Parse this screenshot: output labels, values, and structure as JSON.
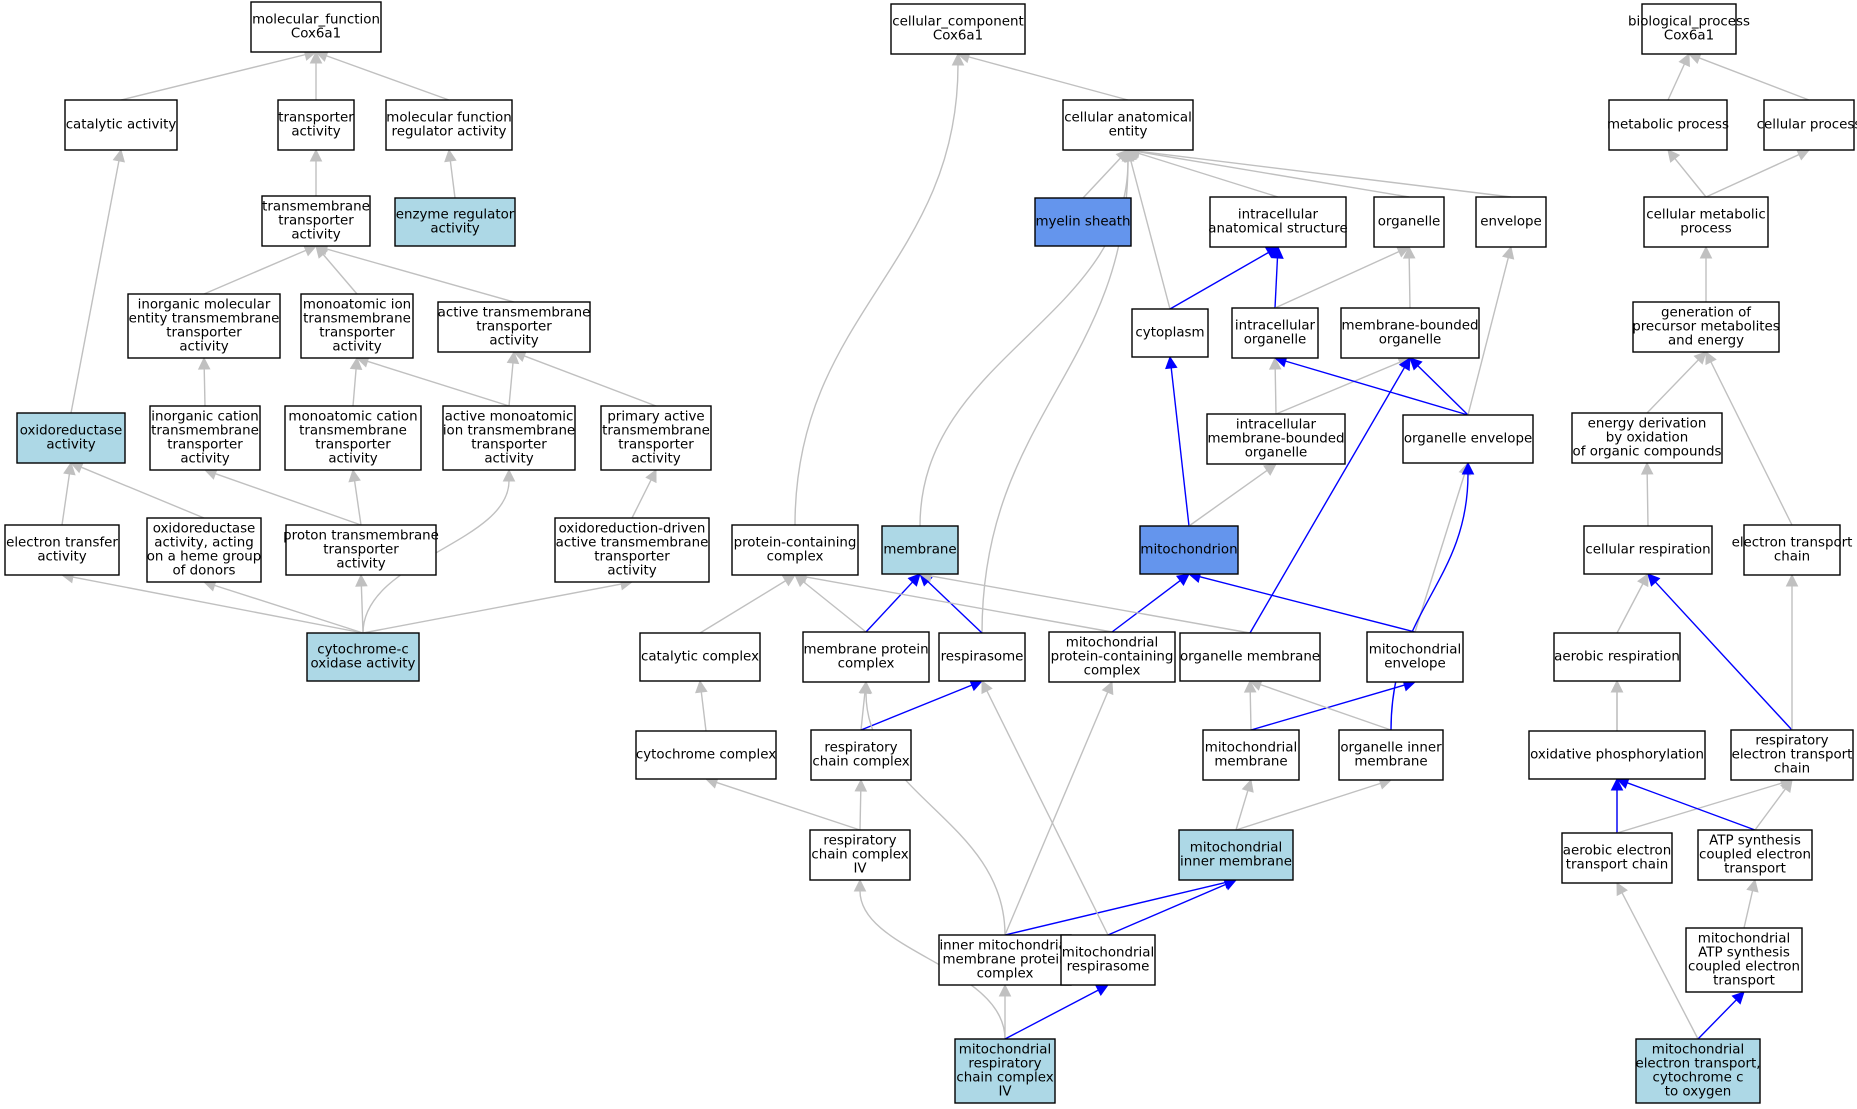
{
  "colors": {
    "node_default": "#ffffff",
    "node_light": "#add8e6",
    "node_highlight": "#6495ed",
    "edge_gray": "#c0c0c0",
    "edge_blue": "#0000ff"
  },
  "nodes": [
    {
      "id": "mf",
      "lines": [
        "molecular_function",
        "Cox6a1"
      ],
      "style": "white"
    },
    {
      "id": "catalytic",
      "lines": [
        "catalytic activity"
      ],
      "style": "white"
    },
    {
      "id": "transporter",
      "lines": [
        "transporter",
        "activity"
      ],
      "style": "white"
    },
    {
      "id": "mfreg",
      "lines": [
        "molecular function",
        "regulator activity"
      ],
      "style": "white"
    },
    {
      "id": "tmtransp",
      "lines": [
        "transmembrane",
        "transporter",
        "activity"
      ],
      "style": "white"
    },
    {
      "id": "enzreg",
      "lines": [
        "enzyme regulator",
        "activity"
      ],
      "style": "light"
    },
    {
      "id": "inorgmol",
      "lines": [
        "inorganic molecular",
        "entity transmembrane",
        "transporter",
        "activity"
      ],
      "style": "white"
    },
    {
      "id": "monoion",
      "lines": [
        "monoatomic ion",
        "transmembrane",
        "transporter",
        "activity"
      ],
      "style": "white"
    },
    {
      "id": "activetm",
      "lines": [
        "active transmembrane",
        "transporter",
        "activity"
      ],
      "style": "white"
    },
    {
      "id": "oxidored",
      "lines": [
        "oxidoreductase",
        "activity"
      ],
      "style": "light"
    },
    {
      "id": "inorgcat",
      "lines": [
        "inorganic cation",
        "transmembrane",
        "transporter",
        "activity"
      ],
      "style": "white"
    },
    {
      "id": "monocat",
      "lines": [
        "monoatomic cation",
        "transmembrane",
        "transporter",
        "activity"
      ],
      "style": "white"
    },
    {
      "id": "activemono",
      "lines": [
        "active monoatomic",
        "ion transmembrane",
        "transporter",
        "activity"
      ],
      "style": "white"
    },
    {
      "id": "primary",
      "lines": [
        "primary active",
        "transmembrane",
        "transporter",
        "activity"
      ],
      "style": "white"
    },
    {
      "id": "etransfer",
      "lines": [
        "electron transfer",
        "activity"
      ],
      "style": "white"
    },
    {
      "id": "oxheme",
      "lines": [
        "oxidoreductase",
        "activity, acting",
        "on a heme group",
        "of donors"
      ],
      "style": "white"
    },
    {
      "id": "proton",
      "lines": [
        "proton transmembrane",
        "transporter",
        "activity"
      ],
      "style": "white"
    },
    {
      "id": "oxdriven",
      "lines": [
        "oxidoreduction-driven",
        "active transmembrane",
        "transporter",
        "activity"
      ],
      "style": "white"
    },
    {
      "id": "cytc",
      "lines": [
        "cytochrome-c",
        "oxidase activity"
      ],
      "style": "light"
    },
    {
      "id": "cc",
      "lines": [
        "cellular_component",
        "Cox6a1"
      ],
      "style": "white"
    },
    {
      "id": "cae",
      "lines": [
        "cellular anatomical",
        "entity"
      ],
      "style": "white"
    },
    {
      "id": "myelin",
      "lines": [
        "myelin sheath"
      ],
      "style": "highlight"
    },
    {
      "id": "ias",
      "lines": [
        "intracellular",
        "anatomical structure"
      ],
      "style": "white"
    },
    {
      "id": "organelle",
      "lines": [
        "organelle"
      ],
      "style": "white"
    },
    {
      "id": "envelope",
      "lines": [
        "envelope"
      ],
      "style": "white"
    },
    {
      "id": "cytoplasm",
      "lines": [
        "cytoplasm"
      ],
      "style": "white"
    },
    {
      "id": "intorg",
      "lines": [
        "intracellular",
        "organelle"
      ],
      "style": "white"
    },
    {
      "id": "mbo",
      "lines": [
        "membrane-bounded",
        "organelle"
      ],
      "style": "white"
    },
    {
      "id": "imbo",
      "lines": [
        "intracellular",
        "membrane-bounded",
        "organelle"
      ],
      "style": "white"
    },
    {
      "id": "orgenv",
      "lines": [
        "organelle envelope"
      ],
      "style": "white"
    },
    {
      "id": "pcc",
      "lines": [
        "protein-containing",
        "complex"
      ],
      "style": "white"
    },
    {
      "id": "membrane",
      "lines": [
        "membrane"
      ],
      "style": "light"
    },
    {
      "id": "mito",
      "lines": [
        "mitochondrion"
      ],
      "style": "highlight"
    },
    {
      "id": "catcomplex",
      "lines": [
        "catalytic complex"
      ],
      "style": "white"
    },
    {
      "id": "mpc",
      "lines": [
        "membrane protein",
        "complex"
      ],
      "style": "white"
    },
    {
      "id": "respirasome",
      "lines": [
        "respirasome"
      ],
      "style": "white"
    },
    {
      "id": "mitopcc",
      "lines": [
        "mitochondrial",
        "protein-containing",
        "complex"
      ],
      "style": "white"
    },
    {
      "id": "orgmem",
      "lines": [
        "organelle membrane"
      ],
      "style": "white"
    },
    {
      "id": "mitoenv",
      "lines": [
        "mitochondrial",
        "envelope"
      ],
      "style": "white"
    },
    {
      "id": "cytcomplex",
      "lines": [
        "cytochrome complex"
      ],
      "style": "white"
    },
    {
      "id": "rcc",
      "lines": [
        "respiratory",
        "chain complex"
      ],
      "style": "white"
    },
    {
      "id": "mitomem",
      "lines": [
        "mitochondrial",
        "membrane"
      ],
      "style": "white"
    },
    {
      "id": "orginner",
      "lines": [
        "organelle inner",
        "membrane"
      ],
      "style": "white"
    },
    {
      "id": "rcc4",
      "lines": [
        "respiratory",
        "chain complex",
        "IV"
      ],
      "style": "white"
    },
    {
      "id": "mitoinner",
      "lines": [
        "mitochondrial",
        "inner membrane"
      ],
      "style": "light"
    },
    {
      "id": "immpc",
      "lines": [
        "inner mitochondrial",
        "membrane protein",
        "complex"
      ],
      "style": "white"
    },
    {
      "id": "mitoresp",
      "lines": [
        "mitochondrial",
        "respirasome"
      ],
      "style": "white"
    },
    {
      "id": "mrcc4",
      "lines": [
        "mitochondrial",
        "respiratory",
        "chain complex",
        "IV"
      ],
      "style": "light"
    },
    {
      "id": "bp",
      "lines": [
        "biological_process",
        "Cox6a1"
      ],
      "style": "white"
    },
    {
      "id": "metab",
      "lines": [
        "metabolic process"
      ],
      "style": "white"
    },
    {
      "id": "cellproc",
      "lines": [
        "cellular process"
      ],
      "style": "white"
    },
    {
      "id": "cellmetab",
      "lines": [
        "cellular metabolic",
        "process"
      ],
      "style": "white"
    },
    {
      "id": "genprec",
      "lines": [
        "generation of",
        "precursor metabolites",
        "and energy"
      ],
      "style": "white"
    },
    {
      "id": "energy",
      "lines": [
        "energy derivation",
        "by oxidation",
        "of organic compounds"
      ],
      "style": "white"
    },
    {
      "id": "cellresp",
      "lines": [
        "cellular respiration"
      ],
      "style": "white"
    },
    {
      "id": "etc",
      "lines": [
        "electron transport",
        "chain"
      ],
      "style": "white"
    },
    {
      "id": "aerobic",
      "lines": [
        "aerobic respiration"
      ],
      "style": "white"
    },
    {
      "id": "oxphos",
      "lines": [
        "oxidative phosphorylation"
      ],
      "style": "white"
    },
    {
      "id": "retc",
      "lines": [
        "respiratory",
        "electron transport",
        "chain"
      ],
      "style": "white"
    },
    {
      "id": "aetc",
      "lines": [
        "aerobic electron",
        "transport chain"
      ],
      "style": "white"
    },
    {
      "id": "atpsyn",
      "lines": [
        "ATP synthesis",
        "coupled electron",
        "transport"
      ],
      "style": "white"
    },
    {
      "id": "mitoatp",
      "lines": [
        "mitochondrial",
        "ATP synthesis",
        "coupled electron",
        "transport"
      ],
      "style": "white"
    },
    {
      "id": "mitoet",
      "lines": [
        "mitochondrial",
        "electron transport,",
        "cytochrome c",
        "to oxygen"
      ],
      "style": "light"
    }
  ],
  "edges": [
    {
      "from": "catalytic",
      "to": "mf",
      "color": "gray"
    },
    {
      "from": "transporter",
      "to": "mf",
      "color": "gray"
    },
    {
      "from": "mfreg",
      "to": "mf",
      "color": "gray"
    },
    {
      "from": "tmtransp",
      "to": "transporter",
      "color": "gray"
    },
    {
      "from": "enzreg",
      "to": "mfreg",
      "color": "gray"
    },
    {
      "from": "inorgmol",
      "to": "tmtransp",
      "color": "gray"
    },
    {
      "from": "monoion",
      "to": "tmtransp",
      "color": "gray"
    },
    {
      "from": "activetm",
      "to": "tmtransp",
      "color": "gray"
    },
    {
      "from": "oxidored",
      "to": "catalytic",
      "color": "gray"
    },
    {
      "from": "inorgcat",
      "to": "inorgmol",
      "color": "gray"
    },
    {
      "from": "monocat",
      "to": "monoion",
      "color": "gray"
    },
    {
      "from": "activemono",
      "to": "monoion",
      "color": "gray"
    },
    {
      "from": "activemono",
      "to": "activetm",
      "color": "gray"
    },
    {
      "from": "primary",
      "to": "activetm",
      "color": "gray"
    },
    {
      "from": "etransfer",
      "to": "oxidored",
      "color": "gray"
    },
    {
      "from": "oxheme",
      "to": "oxidored",
      "color": "gray"
    },
    {
      "from": "proton",
      "to": "inorgcat",
      "color": "gray"
    },
    {
      "from": "proton",
      "to": "monocat",
      "color": "gray"
    },
    {
      "from": "oxdriven",
      "to": "primary",
      "color": "gray"
    },
    {
      "from": "cytc",
      "to": "etransfer",
      "color": "gray"
    },
    {
      "from": "cytc",
      "to": "oxheme",
      "color": "gray"
    },
    {
      "from": "cytc",
      "to": "proton",
      "color": "gray"
    },
    {
      "from": "cytc",
      "to": "activemono",
      "color": "gray",
      "curve": true
    },
    {
      "from": "cytc",
      "to": "oxdriven",
      "color": "gray"
    },
    {
      "from": "cae",
      "to": "cc",
      "color": "gray"
    },
    {
      "from": "pcc",
      "to": "cc",
      "color": "gray",
      "curve": true
    },
    {
      "from": "myelin",
      "to": "cae",
      "color": "gray"
    },
    {
      "from": "ias",
      "to": "cae",
      "color": "gray"
    },
    {
      "from": "organelle",
      "to": "cae",
      "color": "gray"
    },
    {
      "from": "envelope",
      "to": "cae",
      "color": "gray"
    },
    {
      "from": "cytoplasm",
      "to": "cae",
      "color": "gray"
    },
    {
      "from": "membrane",
      "to": "cae",
      "color": "gray",
      "curve": true
    },
    {
      "from": "respirasome",
      "to": "cae",
      "color": "gray",
      "curve": true
    },
    {
      "from": "cytoplasm",
      "to": "ias",
      "color": "blue"
    },
    {
      "from": "intorg",
      "to": "ias",
      "color": "blue"
    },
    {
      "from": "intorg",
      "to": "organelle",
      "color": "gray"
    },
    {
      "from": "mbo",
      "to": "organelle",
      "color": "gray"
    },
    {
      "from": "imbo",
      "to": "intorg",
      "color": "gray"
    },
    {
      "from": "imbo",
      "to": "mbo",
      "color": "gray"
    },
    {
      "from": "orgenv",
      "to": "intorg",
      "color": "blue"
    },
    {
      "from": "orgenv",
      "to": "mbo",
      "color": "blue"
    },
    {
      "from": "orgenv",
      "to": "envelope",
      "color": "gray"
    },
    {
      "from": "mito",
      "to": "cytoplasm",
      "color": "blue"
    },
    {
      "from": "mito",
      "to": "imbo",
      "color": "gray"
    },
    {
      "from": "catcomplex",
      "to": "pcc",
      "color": "gray"
    },
    {
      "from": "mpc",
      "to": "pcc",
      "color": "gray"
    },
    {
      "from": "mpc",
      "to": "membrane",
      "color": "blue"
    },
    {
      "from": "respirasome",
      "to": "membrane",
      "color": "blue"
    },
    {
      "from": "mitopcc",
      "to": "pcc",
      "color": "gray"
    },
    {
      "from": "mitopcc",
      "to": "mito",
      "color": "blue"
    },
    {
      "from": "orgmem",
      "to": "membrane",
      "color": "gray"
    },
    {
      "from": "orgmem",
      "to": "mbo",
      "color": "blue"
    },
    {
      "from": "mitoenv",
      "to": "mito",
      "color": "blue"
    },
    {
      "from": "mitoenv",
      "to": "orgenv",
      "color": "gray"
    },
    {
      "from": "cytcomplex",
      "to": "catcomplex",
      "color": "gray"
    },
    {
      "from": "rcc",
      "to": "mpc",
      "color": "gray"
    },
    {
      "from": "rcc",
      "to": "respirasome",
      "color": "blue"
    },
    {
      "from": "mitomem",
      "to": "orgmem",
      "color": "gray"
    },
    {
      "from": "mitomem",
      "to": "mitoenv",
      "color": "blue"
    },
    {
      "from": "orginner",
      "to": "orgmem",
      "color": "gray"
    },
    {
      "from": "orginner",
      "to": "orgenv",
      "color": "blue",
      "curve": true
    },
    {
      "from": "rcc4",
      "to": "cytcomplex",
      "color": "gray"
    },
    {
      "from": "rcc4",
      "to": "rcc",
      "color": "gray"
    },
    {
      "from": "mitoinner",
      "to": "mitomem",
      "color": "gray"
    },
    {
      "from": "mitoinner",
      "to": "orginner",
      "color": "gray"
    },
    {
      "from": "immpc",
      "to": "mpc",
      "color": "gray",
      "curve": true
    },
    {
      "from": "immpc",
      "to": "mitopcc",
      "color": "gray"
    },
    {
      "from": "immpc",
      "to": "mitoinner",
      "color": "blue"
    },
    {
      "from": "mitoresp",
      "to": "respirasome",
      "color": "gray"
    },
    {
      "from": "mitoresp",
      "to": "mitoinner",
      "color": "blue"
    },
    {
      "from": "mrcc4",
      "to": "rcc4",
      "color": "gray",
      "curve": true
    },
    {
      "from": "mrcc4",
      "to": "immpc",
      "color": "gray"
    },
    {
      "from": "mrcc4",
      "to": "mitoresp",
      "color": "blue"
    },
    {
      "from": "metab",
      "to": "bp",
      "color": "gray"
    },
    {
      "from": "cellproc",
      "to": "bp",
      "color": "gray"
    },
    {
      "from": "cellmetab",
      "to": "metab",
      "color": "gray"
    },
    {
      "from": "cellmetab",
      "to": "cellproc",
      "color": "gray"
    },
    {
      "from": "genprec",
      "to": "cellmetab",
      "color": "gray"
    },
    {
      "from": "energy",
      "to": "genprec",
      "color": "gray"
    },
    {
      "from": "etc",
      "to": "genprec",
      "color": "gray"
    },
    {
      "from": "cellresp",
      "to": "energy",
      "color": "gray"
    },
    {
      "from": "aerobic",
      "to": "cellresp",
      "color": "gray"
    },
    {
      "from": "oxphos",
      "to": "aerobic",
      "color": "gray"
    },
    {
      "from": "retc",
      "to": "cellresp",
      "color": "blue"
    },
    {
      "from": "retc",
      "to": "etc",
      "color": "gray"
    },
    {
      "from": "aetc",
      "to": "aerobic",
      "color": "gray",
      "curve": true
    },
    {
      "from": "aetc",
      "to": "oxphos",
      "color": "blue"
    },
    {
      "from": "aetc",
      "to": "retc",
      "color": "gray"
    },
    {
      "from": "atpsyn",
      "to": "oxphos",
      "color": "blue"
    },
    {
      "from": "atpsyn",
      "to": "retc",
      "color": "gray"
    },
    {
      "from": "mitoatp",
      "to": "atpsyn",
      "color": "gray"
    },
    {
      "from": "mitoet",
      "to": "aetc",
      "color": "gray"
    },
    {
      "from": "mitoet",
      "to": "mitoatp",
      "color": "blue"
    }
  ]
}
